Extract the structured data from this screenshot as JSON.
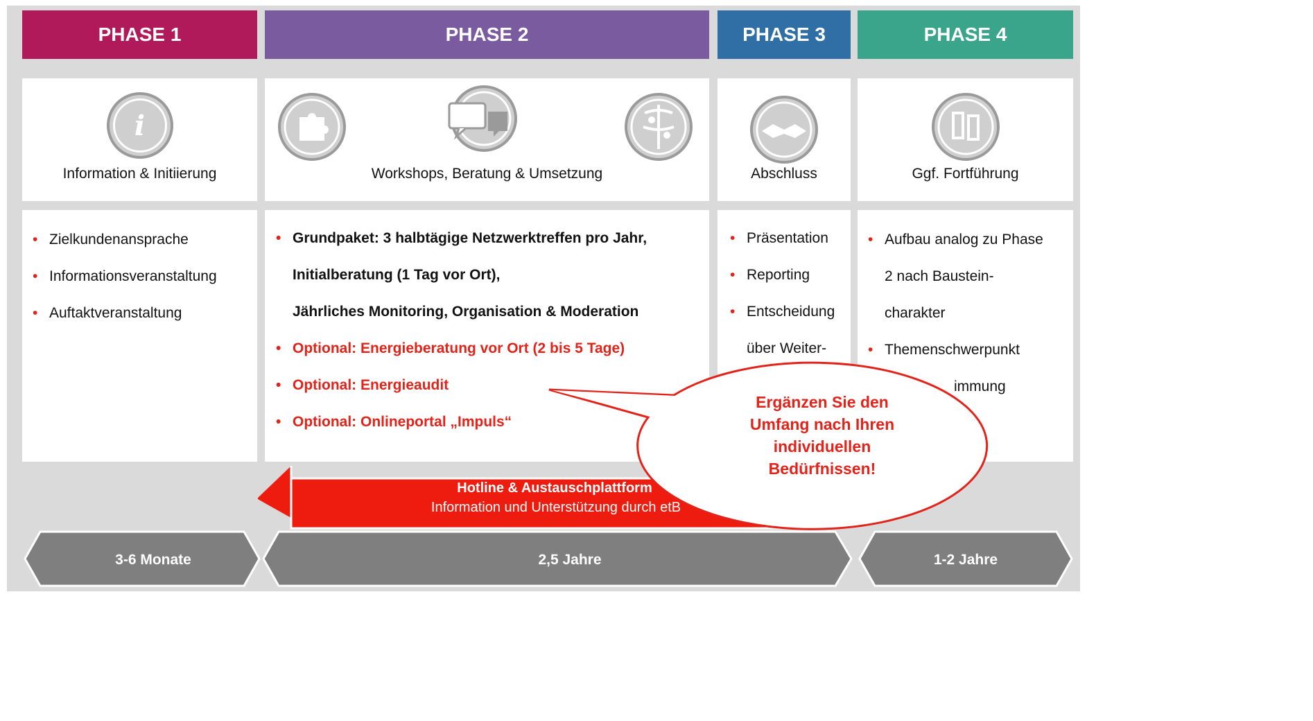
{
  "phases": [
    {
      "label": "PHASE 1",
      "color": "#b01a5a",
      "title": "Information & Initiierung"
    },
    {
      "label": "PHASE 2",
      "color": "#7b5ba0",
      "title": "Workshops, Beratung & Umsetzung"
    },
    {
      "label": "PHASE 3",
      "color": "#2f6fa6",
      "title": "Abschluss"
    },
    {
      "label": "PHASE 4",
      "color": "#3aa58a",
      "title": "Ggf. Fortführung"
    }
  ],
  "phase1_items": [
    "Zielkundenansprache",
    "Informationsveranstaltung",
    "Auftaktveranstaltung"
  ],
  "phase2_items": {
    "grundpaket_1": "Grundpaket: 3 halbtägige Netzwerktreffen pro Jahr,",
    "grundpaket_2": "Initialberatung (1 Tag vor Ort),",
    "grundpaket_3": "Jährliches Monitoring, Organisation & Moderation",
    "opt1": "Optional: Energieberatung vor Ort (2 bis 5 Tage)",
    "opt2": "Optional: Energieaudit",
    "opt3": "Optional: Onlineportal „Impuls“"
  },
  "phase3_items": {
    "i1": "Präsentation",
    "i2": "Reporting",
    "i3a": "Entscheidung",
    "i3b": "über Weiter-"
  },
  "phase4_items": {
    "i1a": "Aufbau analog zu Phase",
    "i1b": "2 nach Baustein-",
    "i1c": "charakter",
    "i2a": "Themenschwerpunkt",
    "i2b": "immung"
  },
  "hotline": {
    "title": "Hotline & Austauschplattform",
    "subtitle": "Information und Unterstützung durch etB"
  },
  "callout": {
    "l1": "Ergänzen Sie den",
    "l2": "Umfang nach Ihren",
    "l3": "individuellen",
    "l4": "Bedürfnissen!"
  },
  "durations": [
    "3-6 Monate",
    "2,5 Jahre",
    "1-2 Jahre"
  ],
  "colors": {
    "accent_red": "#e2231a",
    "arrow_red": "#ee1c0f",
    "duration_gray": "#7f7f7f",
    "icon_gray": "#cfcfcf"
  }
}
